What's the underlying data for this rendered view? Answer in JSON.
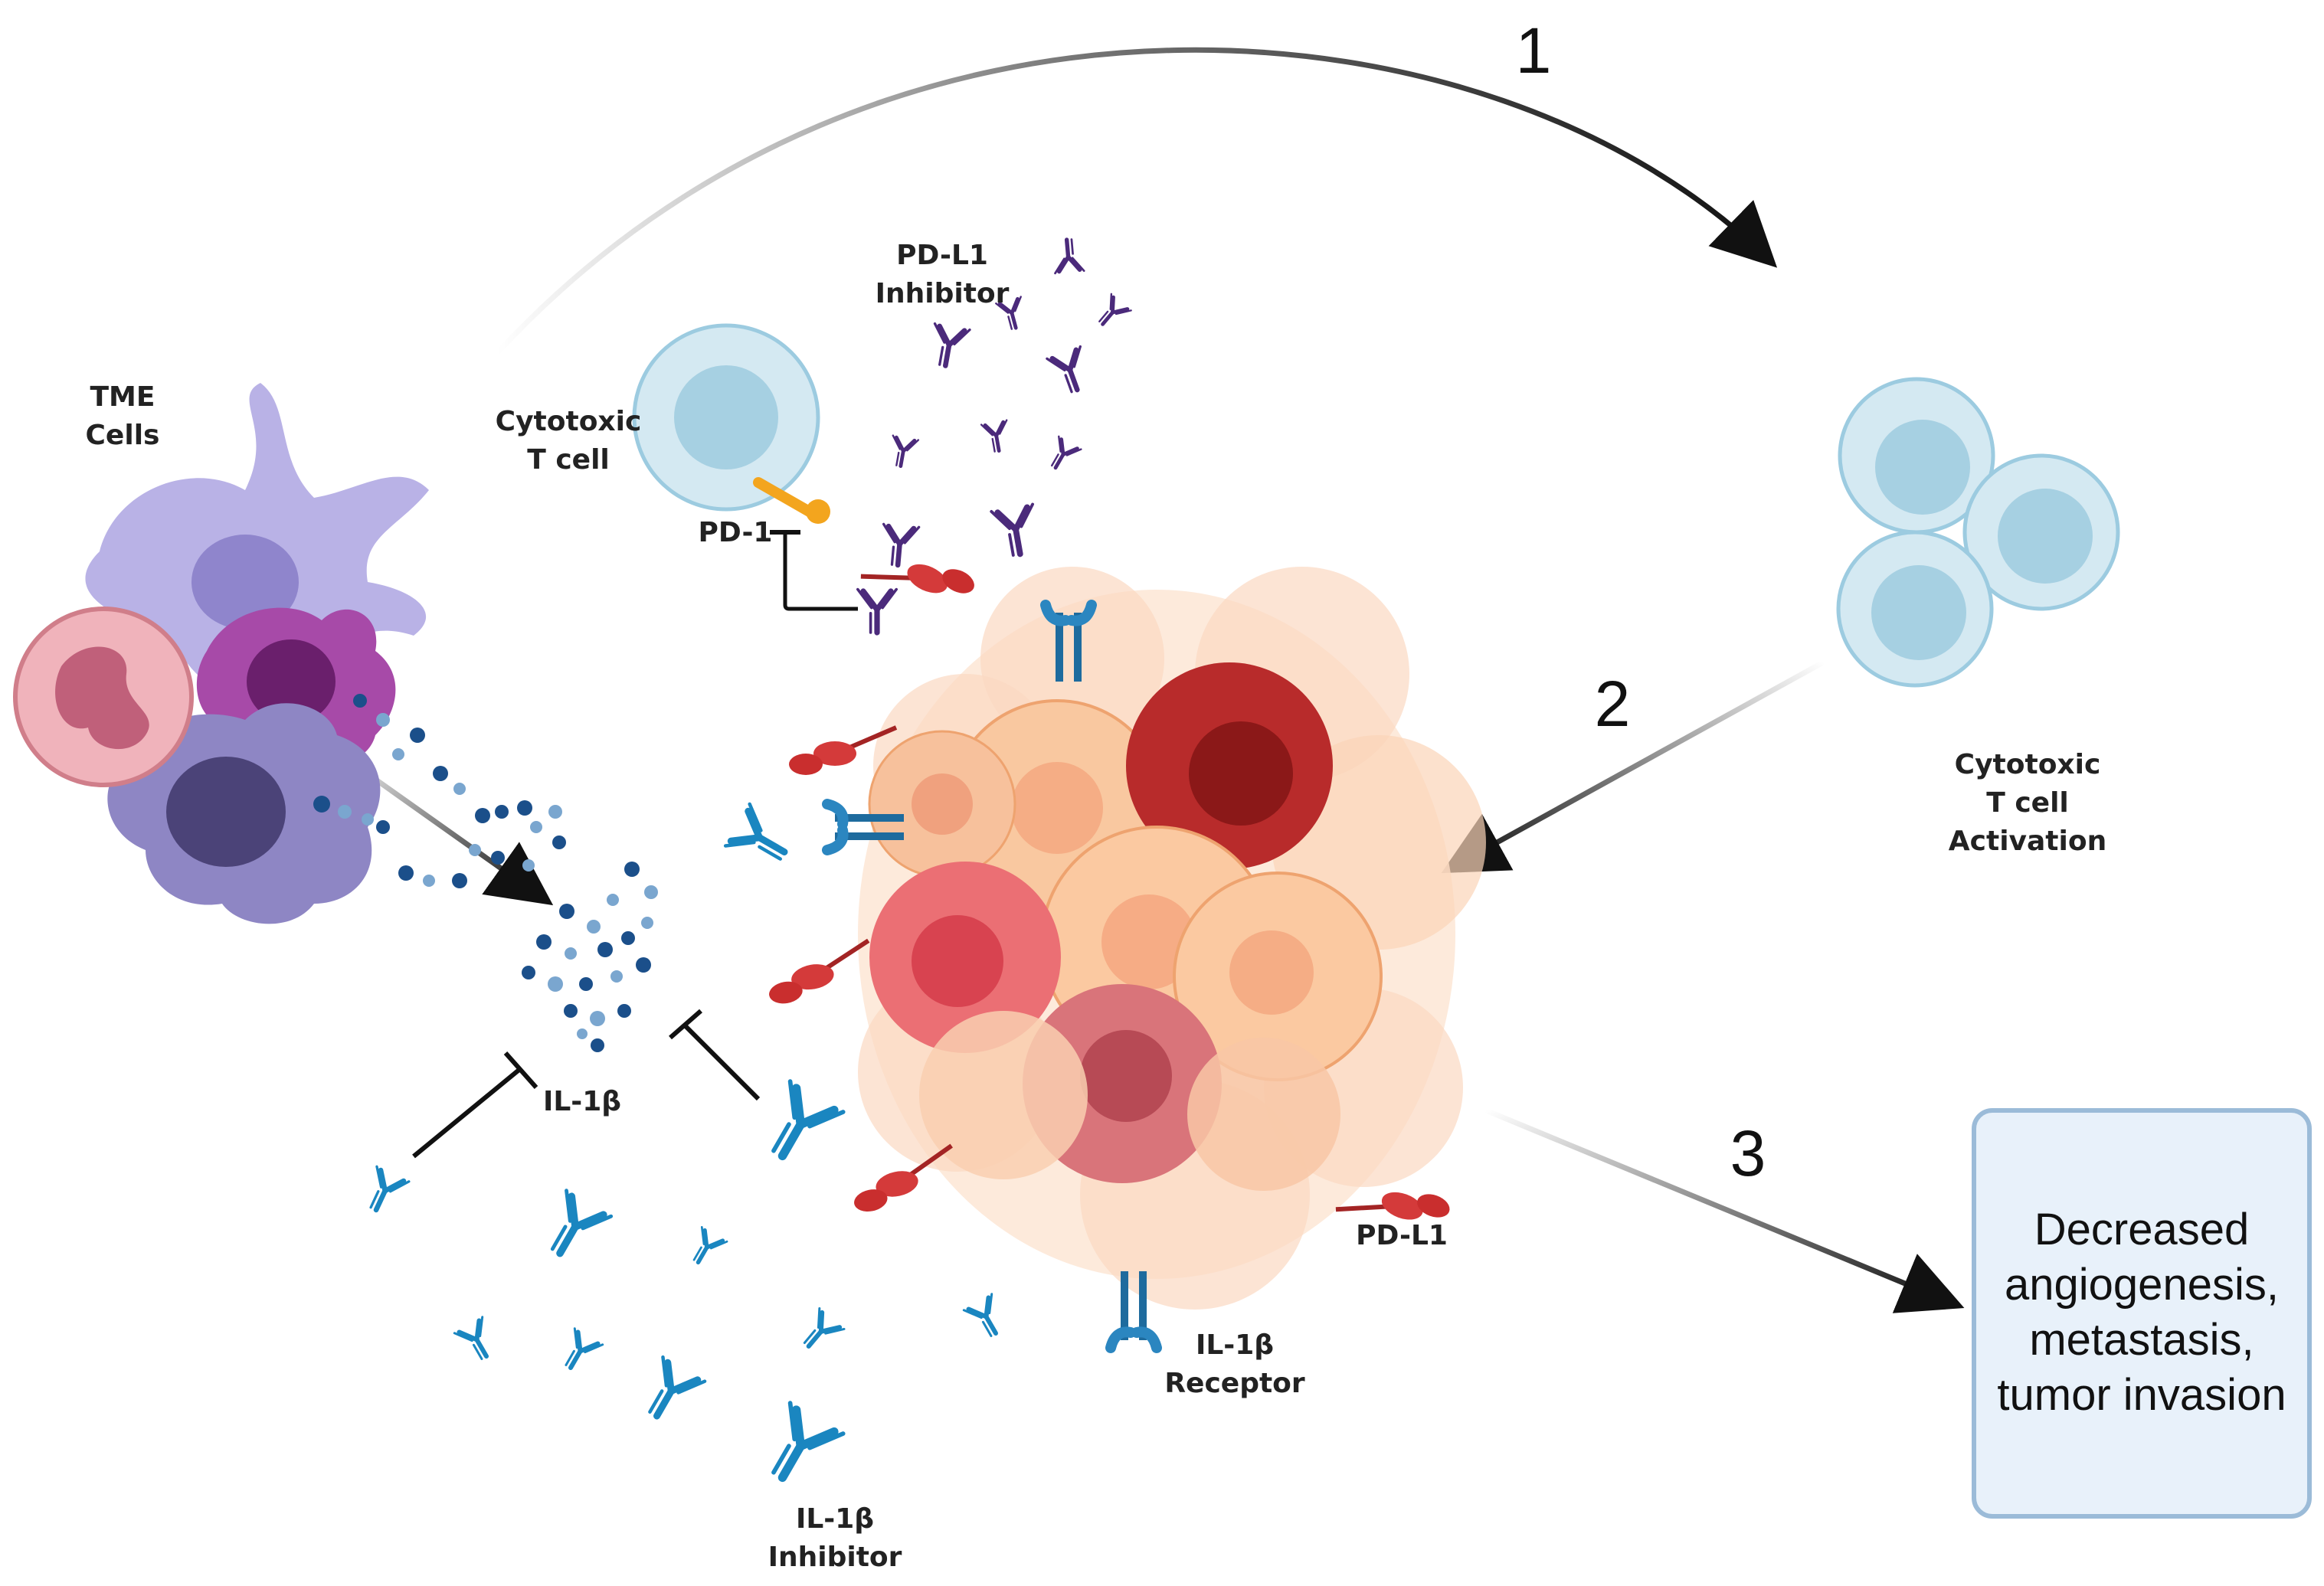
{
  "labels": {
    "tme_cells_1": "TME",
    "tme_cells_2": "Cells",
    "ctl_1": "Cytotoxic",
    "ctl_2": "T cell",
    "pd1": "PD-1",
    "pdl1_inhibitor_1": "PD-L1",
    "pdl1_inhibitor_2": "Inhibitor",
    "il1b": "IL-1β",
    "il1b_inhibitor_1": "IL-1β",
    "il1b_inhibitor_2": "Inhibitor",
    "il1b_receptor_1": "IL-1β",
    "il1b_receptor_2": "Receptor",
    "pdl1": "PD-L1",
    "activation_1": "Cytotoxic",
    "activation_2": "T cell",
    "activation_3": "Activation"
  },
  "steps": [
    "1",
    "2",
    "3"
  ],
  "outcome": {
    "line1": "Decreased",
    "line2": "angiogenesis,",
    "line3": "metastasis,",
    "line4": "tumor invasion"
  },
  "colors": {
    "t_cell": "#cfe6f0",
    "t_cell_nucleus": "#a9d0e0",
    "pdl1_inhibitor": "#4b2a7b",
    "il1b_inhibitor": "#1a86c0",
    "pdl1": "#d43a3a",
    "tumor": "#f6c9a4",
    "outcome_box": "#e8f1fa"
  }
}
